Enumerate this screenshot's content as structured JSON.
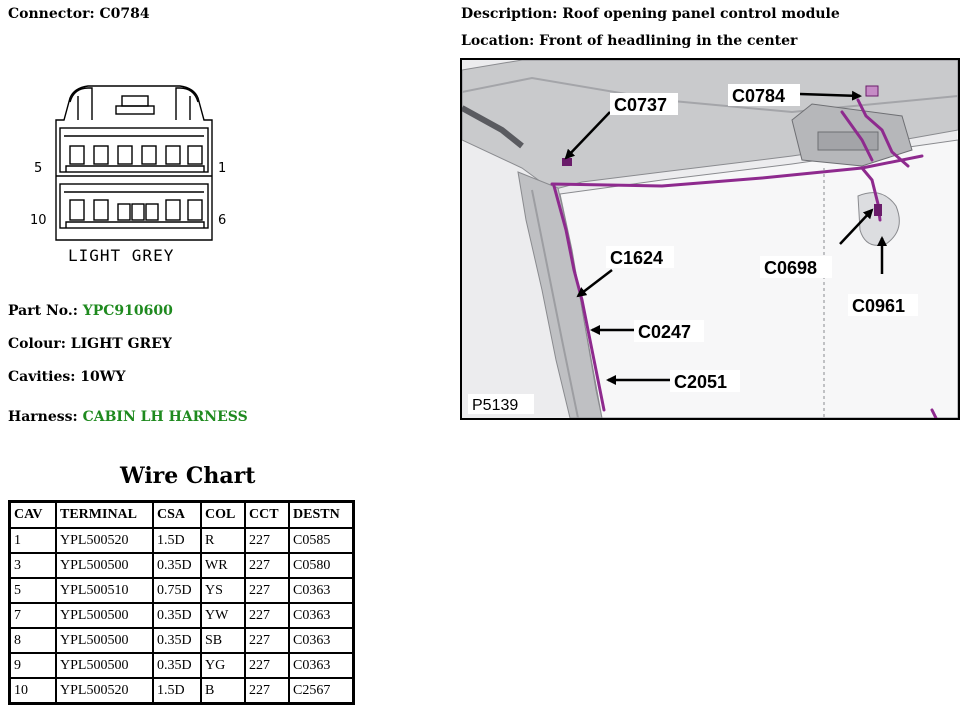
{
  "connector": {
    "label": "Connector:",
    "id": "C0784"
  },
  "description": {
    "label": "Description:",
    "text": "Roof opening panel control module"
  },
  "location": {
    "label": "Location:",
    "text": "Front of headlining in the center"
  },
  "pinout": {
    "pin_top_left": "5",
    "pin_top_right": "1",
    "pin_bottom_left": "10",
    "pin_bottom_right": "6",
    "caption": "LIGHT GREY"
  },
  "part": {
    "label": "Part No.:",
    "value": "YPC910600"
  },
  "colour": {
    "label": "Colour:",
    "value": "LIGHT GREY"
  },
  "cavities": {
    "label": "Cavities:",
    "value": "10WY"
  },
  "harness": {
    "label": "Harness:",
    "value": "CABIN LH HARNESS"
  },
  "wire_chart": {
    "title": "Wire Chart",
    "headers": [
      "CAV",
      "TERMINAL",
      "CSA",
      "COL",
      "CCT",
      "DESTN"
    ],
    "rows": [
      [
        "1",
        "YPL500520",
        "1.5D",
        "R",
        "227",
        "C0585"
      ],
      [
        "3",
        "YPL500500",
        "0.35D",
        "WR",
        "227",
        "C0580"
      ],
      [
        "5",
        "YPL500510",
        "0.75D",
        "YS",
        "227",
        "C0363"
      ],
      [
        "7",
        "YPL500500",
        "0.35D",
        "YW",
        "227",
        "C0363"
      ],
      [
        "8",
        "YPL500500",
        "0.35D",
        "SB",
        "227",
        "C0363"
      ],
      [
        "9",
        "YPL500500",
        "0.35D",
        "YG",
        "227",
        "C0363"
      ],
      [
        "10",
        "YPL500520",
        "1.5D",
        "B",
        "227",
        "C2567"
      ]
    ]
  },
  "photo": {
    "callouts": [
      "C0737",
      "C0784",
      "C1624",
      "C0698",
      "C0961",
      "C0247",
      "C2051"
    ],
    "ref": "P5139"
  },
  "colors": {
    "harness_wire": "#8e2a8e",
    "value_green": "#1f8a1f"
  }
}
